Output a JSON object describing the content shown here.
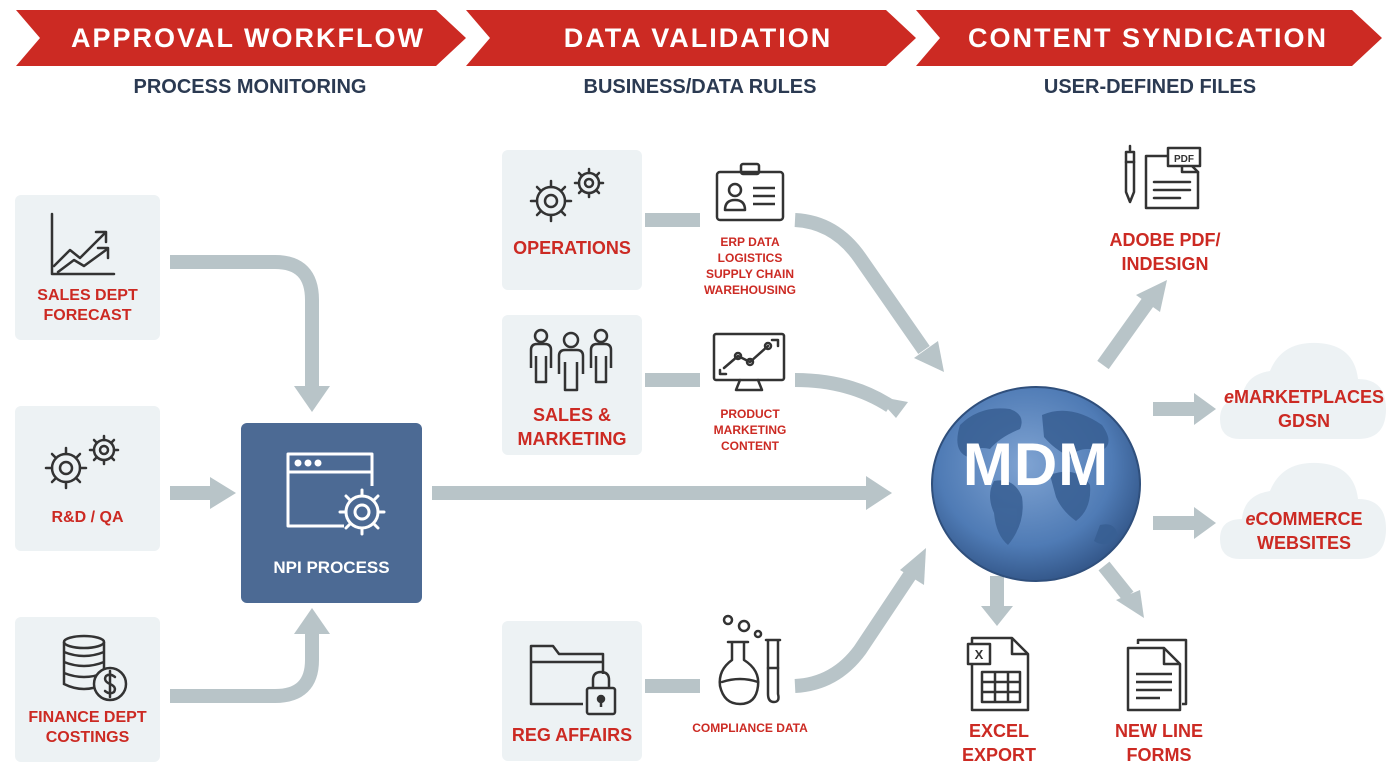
{
  "stages": [
    {
      "title": "APPROVAL WORKFLOW",
      "subtitle": "PROCESS MONITORING"
    },
    {
      "title": "DATA VALIDATION",
      "subtitle": "BUSINESS/DATA RULES"
    },
    {
      "title": "CONTENT SYNDICATION",
      "subtitle": "USER-DEFINED FILES"
    }
  ],
  "sources": {
    "sales": {
      "line1": "SALES DEPT",
      "line2": "FORECAST",
      "icon": "chart-growth-icon"
    },
    "rnd": {
      "line1": "R&D / QA",
      "icon": "gears-icon"
    },
    "finance": {
      "line1": "FINANCE DEPT",
      "line2": "COSTINGS",
      "icon": "coins-dollar-icon"
    }
  },
  "npi": {
    "label": "NPI PROCESS",
    "icon": "window-gear-icon"
  },
  "departments": {
    "operations": {
      "line1": "OPERATIONS",
      "icon": "gears-icon"
    },
    "sales_marketing": {
      "line1": "SALES &",
      "line2": "MARKETING",
      "icon": "team-icon"
    },
    "reg_affairs": {
      "line1": "REG AFFAIRS",
      "icon": "locked-folder-icon"
    }
  },
  "data_types": {
    "erp": {
      "lines": [
        "ERP DATA",
        "LOGISTICS",
        "SUPPLY CHAIN",
        "WAREHOUSING"
      ],
      "icon": "id-badge-icon"
    },
    "product": {
      "lines": [
        "PRODUCT",
        "MARKETING",
        "CONTENT"
      ],
      "icon": "monitor-chart-icon"
    },
    "compliance": {
      "lines": [
        "COMPLIANCE DATA"
      ],
      "icon": "lab-flask-icon"
    }
  },
  "hub": {
    "label": "MDM",
    "icon": "globe-icon"
  },
  "outputs": {
    "pdf": {
      "line1": "ADOBE PDF/",
      "line2": "INDESIGN",
      "icon_text": "PDF",
      "icon": "pen-document-icon"
    },
    "emarket": {
      "prefix": "e",
      "line1_rest": "MARKETPLACES",
      "line2": "GDSN",
      "icon": "cloud-icon"
    },
    "ecommerce": {
      "prefix": "e",
      "line1_rest": "COMMERCE",
      "line2": "WEBSITES",
      "icon": "cloud-icon"
    },
    "excel": {
      "line1": "EXCEL",
      "line2": "EXPORT",
      "icon_text": "X",
      "icon": "spreadsheet-icon"
    },
    "forms": {
      "line1": "NEW LINE",
      "line2": "FORMS",
      "icon": "documents-icon"
    }
  },
  "colors": {
    "red": "#cc2a23",
    "navy": "#2b3a52",
    "npi_blue": "#4c6a94",
    "card_bg": "#edf2f4",
    "arrow": "#b8c4c8",
    "globe": "#4f7bb5"
  }
}
